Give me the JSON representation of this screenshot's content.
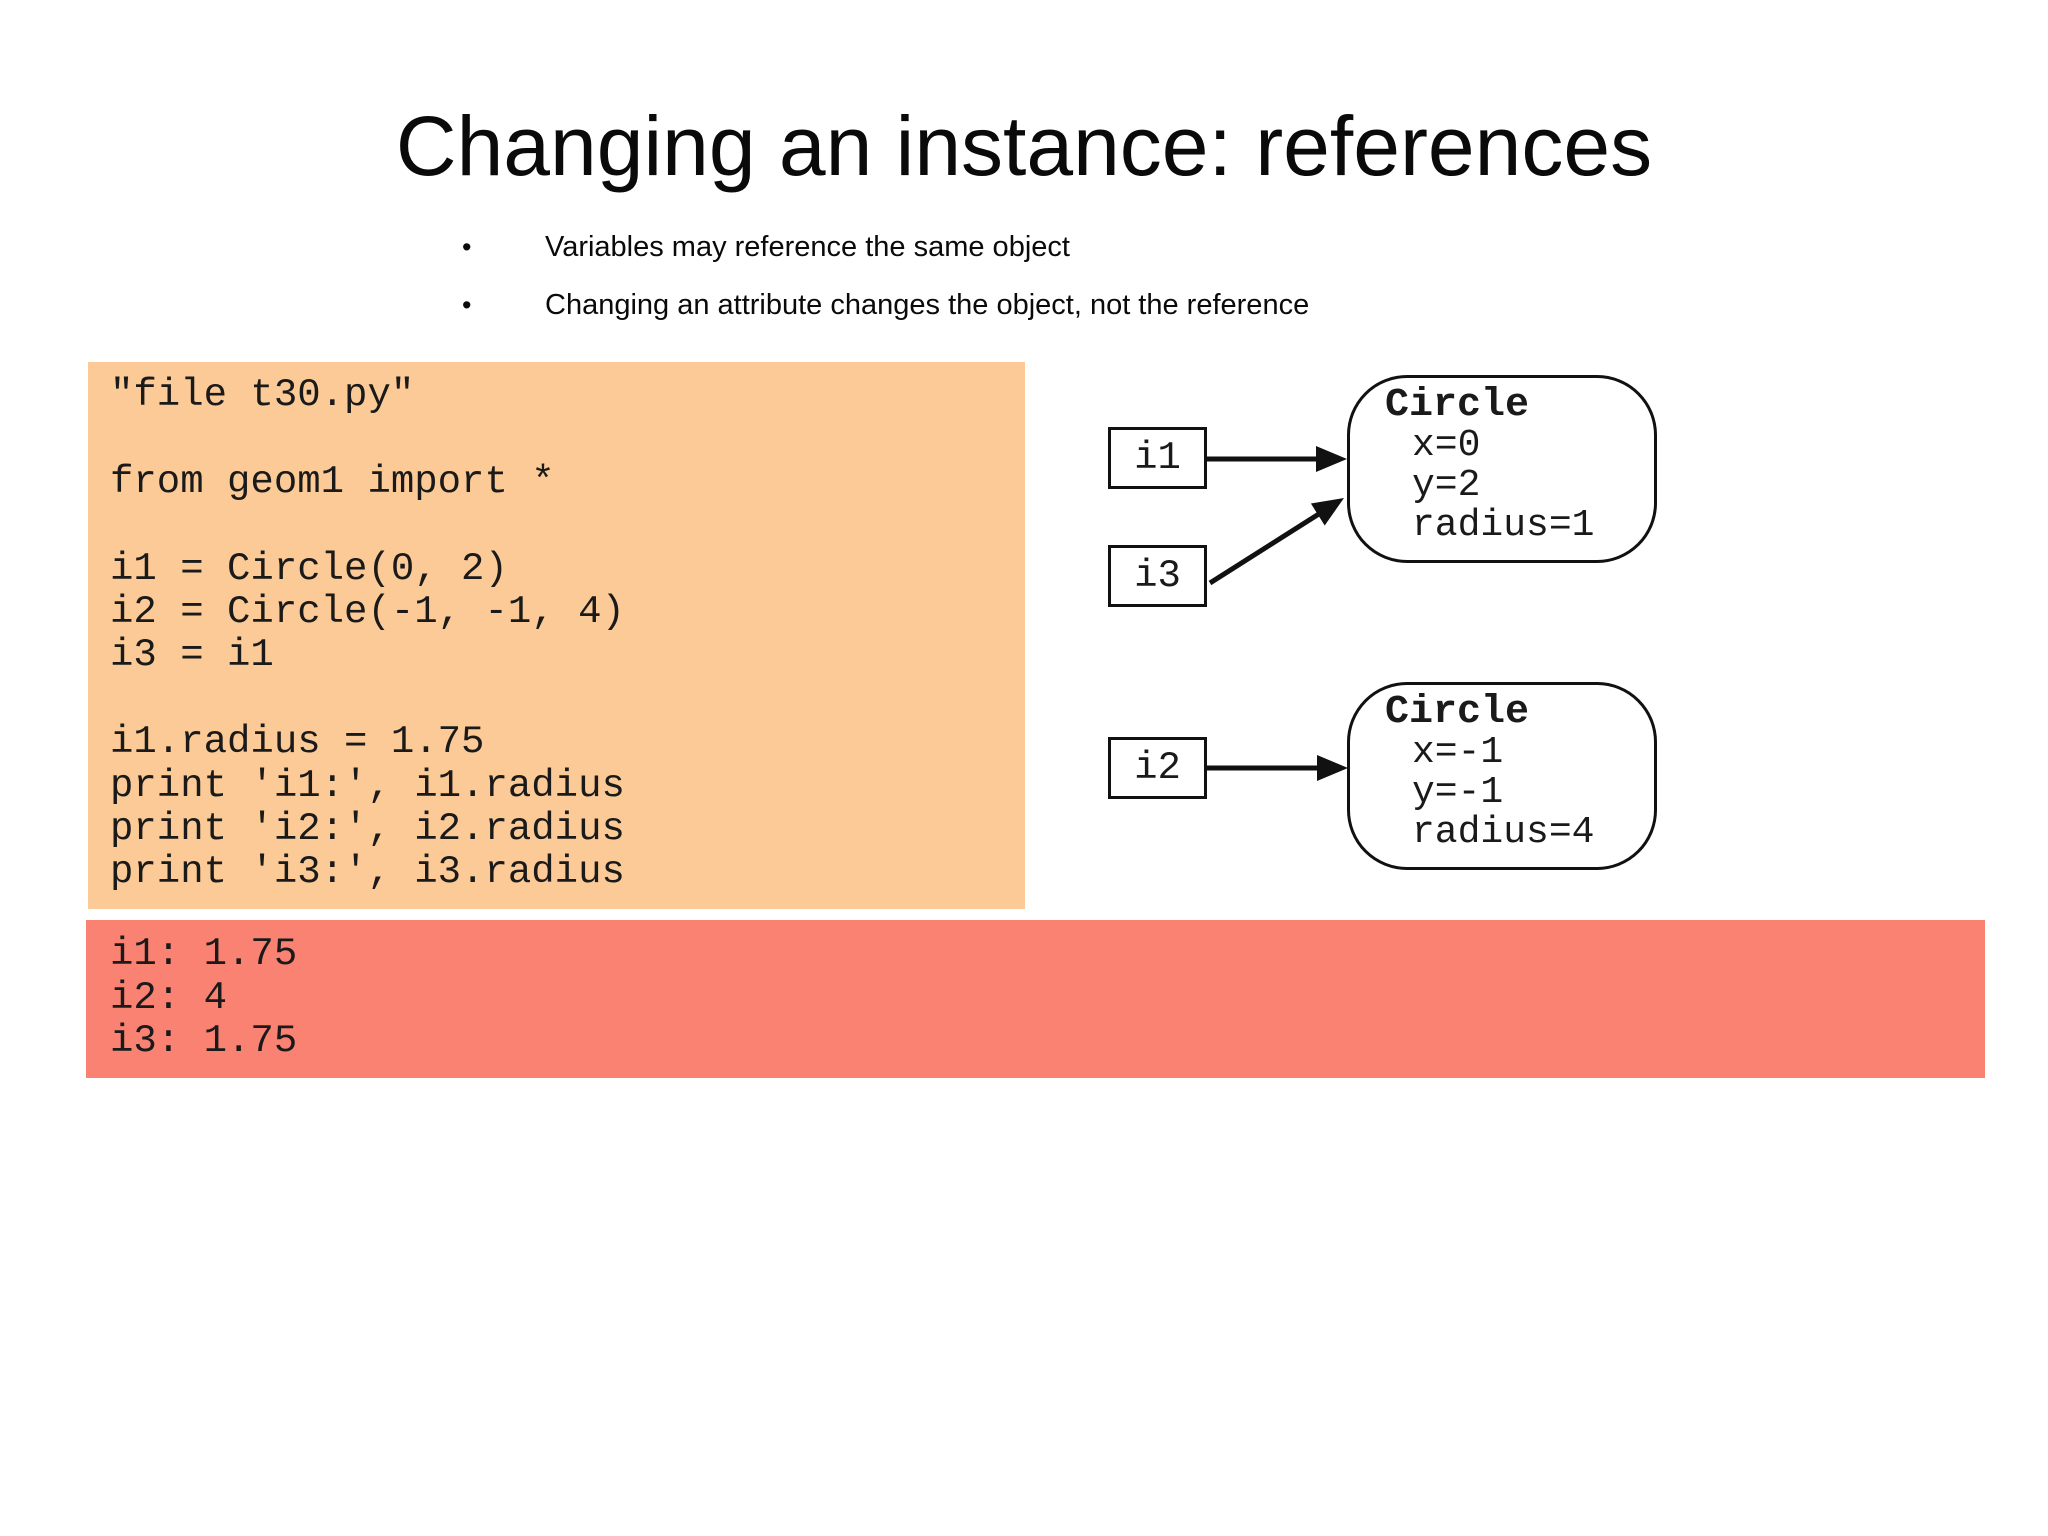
{
  "title": "Changing an instance: references",
  "bullet_char": "•",
  "bullets": [
    "Variables may reference the same object",
    "Changing an attribute changes the object, not the reference"
  ],
  "code": {
    "bg_color": "#FBCA96",
    "lines": [
      "\"file t30.py\"",
      "",
      "from geom1 import *",
      "",
      "i1 = Circle(0, 2)",
      "i2 = Circle(-1, -1, 4)",
      "i3 = i1",
      "",
      "i1.radius = 1.75",
      "print 'i1:', i1.radius",
      "print 'i2:', i2.radius",
      "print 'i3:', i3.radius"
    ]
  },
  "output": {
    "bg_color": "#F98272",
    "lines": [
      "i1: 1.75",
      "i2: 4",
      "i3: 1.75"
    ]
  },
  "diagram": {
    "refs": [
      {
        "label": "i1"
      },
      {
        "label": "i3"
      },
      {
        "label": "i2"
      }
    ],
    "objects": [
      {
        "class_name": "Circle",
        "attributes": [
          "x=0",
          "y=2",
          "radius=1"
        ]
      },
      {
        "class_name": "Circle",
        "attributes": [
          "x=-1",
          "y=-1",
          "radius=4"
        ]
      }
    ],
    "connections": [
      {
        "from": "i1",
        "to": "object-1"
      },
      {
        "from": "i3",
        "to": "object-1"
      },
      {
        "from": "i2",
        "to": "object-2"
      }
    ]
  }
}
